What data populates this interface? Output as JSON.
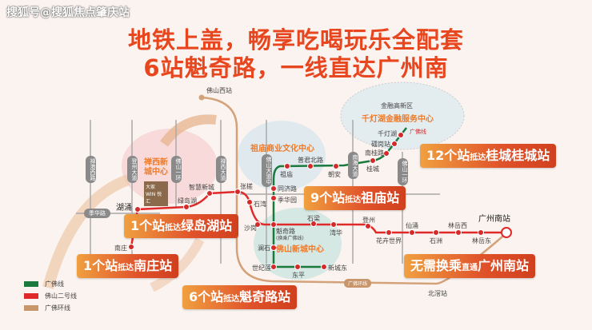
{
  "watermark": "搜狐号@搜狐焦点肇庆站",
  "title": {
    "line1": "地铁上盖，畅享吃喝玩乐全配套",
    "line2": "6站魁奇路，一线直达广州南"
  },
  "zones": {
    "chanxi": "禅西新城中心",
    "zumiao": "祖庙商业文化中心",
    "qiandenghu_district": "金融高新区",
    "qiandenghu": "千灯湖金融服务中心",
    "xincheng": "佛山新城中心"
  },
  "roads": [
    "禅港西路",
    "登州大道",
    "佛山一环",
    "禅西大道",
    "佛山大道中",
    "南海大道",
    "佛山一环",
    "季华路"
  ],
  "project_logo": "大家 WIN 悦汇",
  "stations": {
    "foshanxi": "佛山西站",
    "huyong": "湖涌",
    "nanzhuang": "南庄",
    "lvdaohu": "绿岛湖",
    "zhihui": "智慧新城",
    "zhangcha": "张槎",
    "shiwan": "石湾",
    "shagang": "沙岗",
    "kuiqi": "魁奇路",
    "kuiqi_note": "(换乘广佛线)",
    "shiliang": "石梁",
    "wanhua": "湾华",
    "dengzhou": "登州",
    "huahui": "花卉世界",
    "xianyong": "仙涌",
    "shizhou": "石洲",
    "linyuexi": "林岳西",
    "linyuedong": "林岳东",
    "gzsouth": "广州南站",
    "qiandenghu": "千灯湖",
    "leigang": "礌岗站",
    "nanguilu": "南桂路",
    "guicheng": "桂城",
    "chaoan": "朝安",
    "pujunbeilu": "普君北路",
    "zumiao": "祖庙",
    "tongjilu": "同济路",
    "jihuayuan": "季华园",
    "lanshi": "澜石",
    "shijilian": "世纪莲",
    "dongping": "东平",
    "xinchengdong": "新城东",
    "beijiao": "北滘站"
  },
  "line_tags": {
    "guangfo": "广佛线",
    "ring": "广佛环线"
  },
  "callouts": [
    {
      "num": "12个站",
      "mid": "抵达",
      "dest": "桂城桂城站"
    },
    {
      "num": "9个站",
      "mid": "抵达",
      "dest": "祖庙站"
    },
    {
      "num": "1个站",
      "mid": "抵达",
      "dest": "绿岛湖站"
    },
    {
      "num": "1个站",
      "mid": "抵达",
      "dest": "南庄站"
    },
    {
      "num": "6个站",
      "mid": "抵达",
      "dest": "魁奇路站"
    },
    {
      "num": "无需换乘",
      "mid": "直通",
      "dest": "广州南站"
    }
  ],
  "legend": [
    {
      "label": "广佛线",
      "color": "#1a7a3e"
    },
    {
      "label": "佛山二号线",
      "color": "#e02a2a"
    },
    {
      "label": "广佛环线",
      "color": "#c9956a"
    }
  ]
}
